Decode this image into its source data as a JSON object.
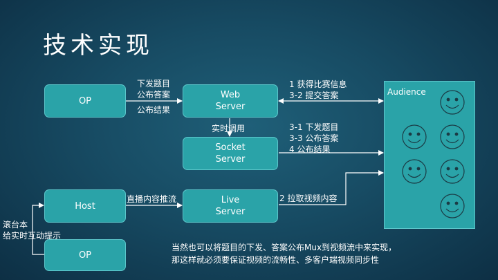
{
  "title": "技术实现",
  "boxes": {
    "op_top": "OP",
    "web_server": [
      "Web",
      "Server"
    ],
    "socket_server": [
      "Socket",
      "Server"
    ],
    "host": "Host",
    "live_server": [
      "Live",
      "Server"
    ],
    "op_bottom": "OP",
    "audience": "Audience"
  },
  "labels": {
    "op_web_1": "下发题目",
    "op_web_2": "公布答案",
    "op_web_3": "公布结果",
    "web_socket": "实时调用",
    "host_live": "直播内容推流",
    "web_aud_1": "1 获得比赛信息",
    "web_aud_2": "3-2 提交答案",
    "socket_aud_1": "3-1 下发题目",
    "socket_aud_2": "3-3 公布答案",
    "socket_aud_3": "4 公布结果",
    "live_aud": "2 拉取视频内容",
    "side_1": "滚台本",
    "side_2": "给实时互动提示"
  },
  "note": [
    "当然也可以将题目的下发、答案公布Mux到视频流中来实现，",
    "那这样就必须要保证视频的流畅性、多客户端视频同步性"
  ],
  "colors": {
    "box": "#2aa3a8",
    "line": "#ffffff"
  }
}
